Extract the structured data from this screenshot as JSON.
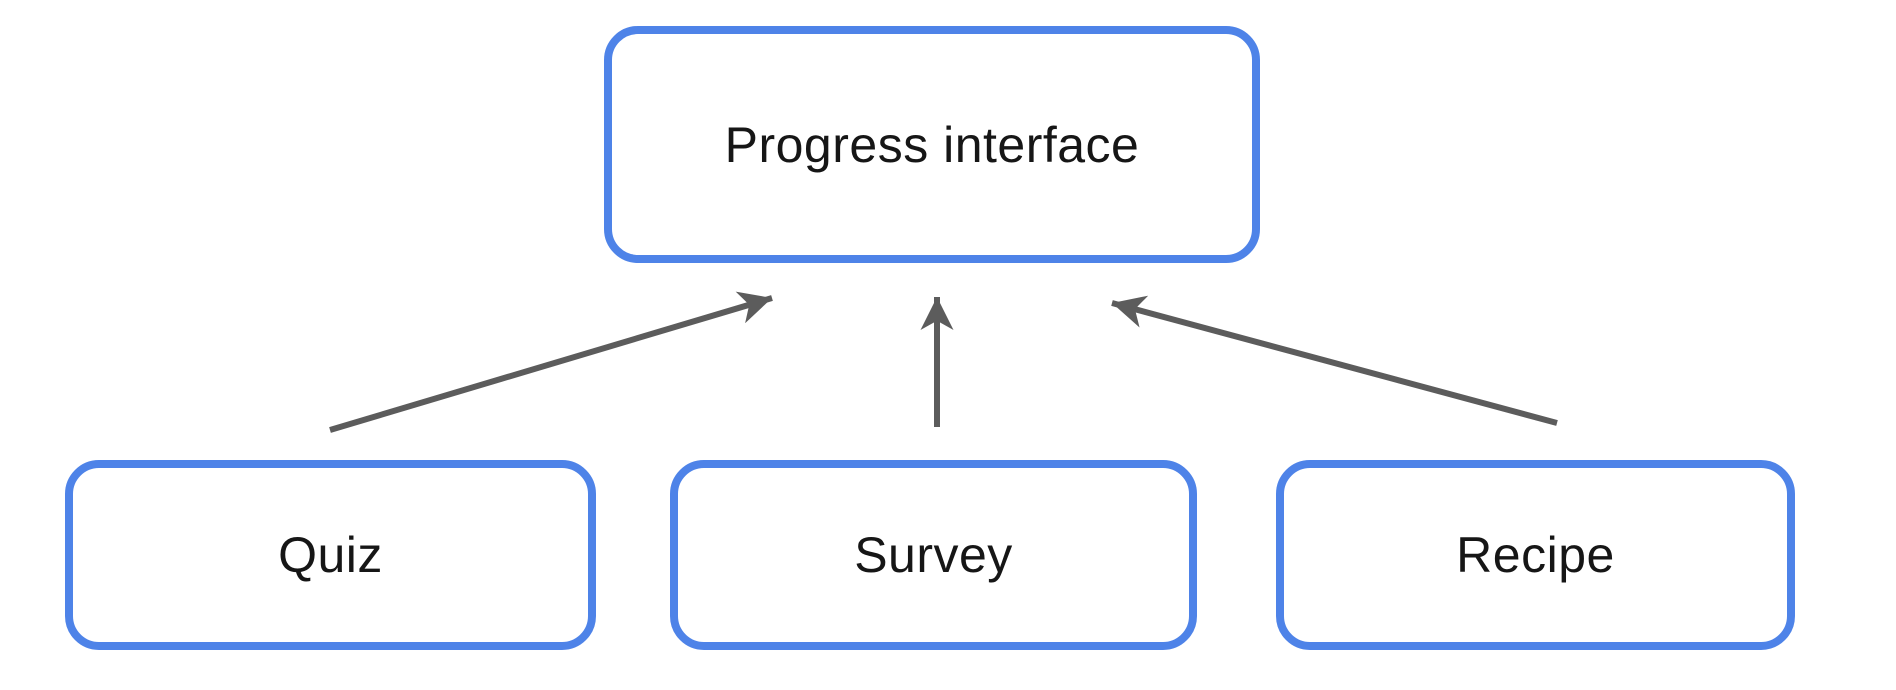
{
  "colors": {
    "background": "#ffffff",
    "box_border": "#4e83e8",
    "arrow": "#5c5c5c",
    "text": "#161616"
  },
  "nodes": {
    "progress_interface": {
      "label": "Progress interface"
    },
    "quiz": {
      "label": "Quiz"
    },
    "survey": {
      "label": "Survey"
    },
    "recipe": {
      "label": "Recipe"
    }
  },
  "edges": [
    {
      "from": "Quiz",
      "to": "Progress interface",
      "direction": "up"
    },
    {
      "from": "Survey",
      "to": "Progress interface",
      "direction": "up"
    },
    {
      "from": "Recipe",
      "to": "Progress interface",
      "direction": "up"
    }
  ]
}
